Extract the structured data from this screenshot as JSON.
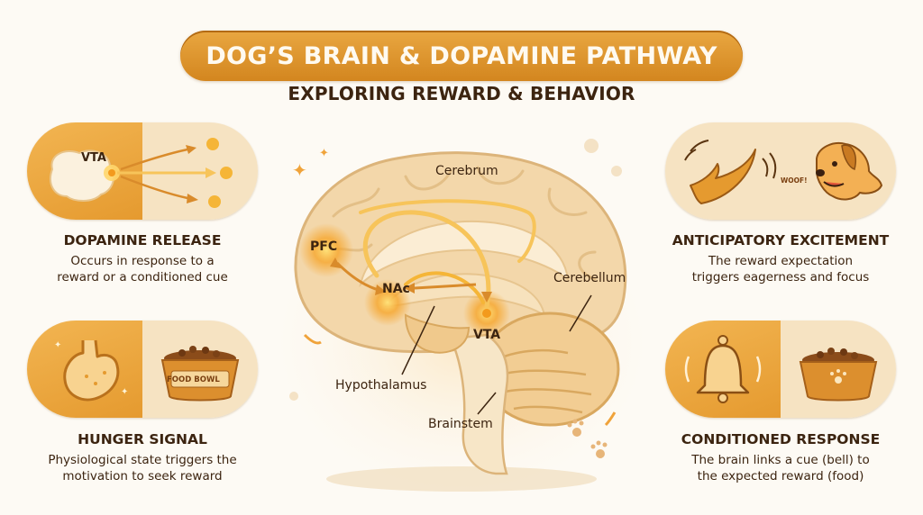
{
  "header": {
    "title": "DOG’S BRAIN & DOPAMINE PATHWAY",
    "subtitle": "EXPLORING REWARD & BEHAVIOR"
  },
  "panels": {
    "dopamine": {
      "title": "DOPAMINE RELEASE",
      "desc_line1": "Occurs in response to a",
      "desc_line2": "reward or a conditioned cue",
      "icon_label": "VTA"
    },
    "hunger": {
      "title": "HUNGER SIGNAL",
      "desc_line1": "Physiological state triggers the",
      "desc_line2": "motivation to seek reward",
      "bowl_label": "FOOD BOWL"
    },
    "anticipatory": {
      "title": "ANTICIPATORY EXCITEMENT",
      "desc_line1": "The reward expectation",
      "desc_line2": "triggers eagerness and focus",
      "bark_label": "WOOF!"
    },
    "conditioned": {
      "title": "CONDITIONED RESPONSE",
      "desc_line1": "The brain links a cue (bell) to",
      "desc_line2": "the expected reward (food)"
    }
  },
  "brain": {
    "labels": {
      "cerebrum": "Cerebrum",
      "pfc": "PFC",
      "nac": "NAc",
      "vta": "VTA",
      "cerebellum": "Cerebellum",
      "hypothalamus": "Hypothalamus",
      "brainstem": "Brainstem"
    }
  },
  "colors": {
    "accent": "#e39a30",
    "accent_dark": "#c97a18",
    "text": "#3c2410",
    "panel_light": "#f6e3c2",
    "brain_fill": "#f3d7aa"
  }
}
